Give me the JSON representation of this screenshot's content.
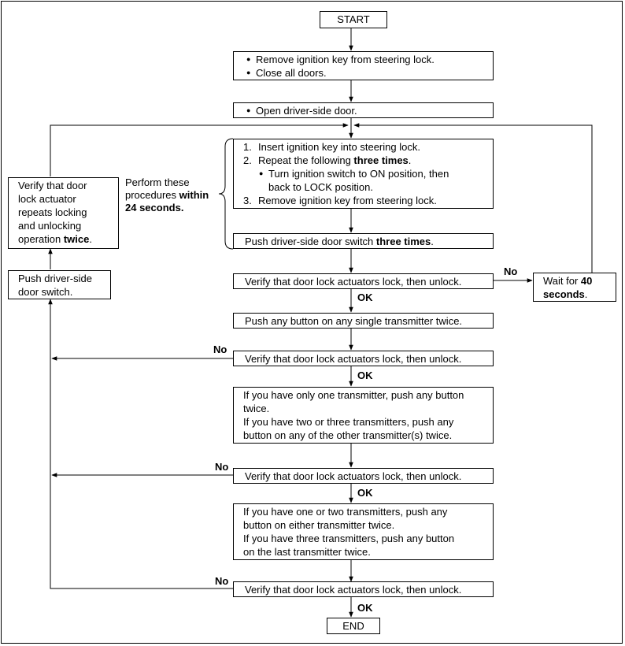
{
  "start": "START",
  "end": "END",
  "ok": "OK",
  "no": "No",
  "steps": {
    "remove_key": [
      "Remove ignition key from steering lock.",
      "Close all doors."
    ],
    "open_door": "Open driver-side door.",
    "insert_key": "Insert ignition key into steering lock.",
    "repeat_pre": "Repeat the following ",
    "repeat_bold": "three times",
    "repeat_post": ".",
    "turn_switch_1": "Turn ignition switch to ON position, then",
    "turn_switch_2": "back to LOCK position.",
    "remove_key_2": "Remove ignition key from steering lock.",
    "push_switch_pre": "Push driver-side door switch ",
    "push_switch_bold": "three times",
    "push_switch_post": ".",
    "verify": "Verify that door lock actuators lock, then unlock.",
    "push_any": "Push any button on any single transmitter twice.",
    "one_transmitter": [
      "If you have only one transmitter, push any button",
      "twice.",
      "If you have two or three transmitters, push any",
      "button on any of the other transmitter(s) twice."
    ],
    "two_transmitters": [
      "If you have one or two transmitters, push any",
      "button on either transmitter twice.",
      "If you have three transmitters, push any button",
      "on the last transmitter twice."
    ]
  },
  "numbers": {
    "n1": "1.",
    "n2": "2.",
    "n3": "3."
  },
  "perform": {
    "line1": "Perform these",
    "line2_pre": "procedures ",
    "line2_bold": "within",
    "line3_bold": "24 seconds."
  },
  "wait": {
    "pre": "Wait for ",
    "bold_num": "40",
    "bold_unit": "seconds",
    "post": "."
  },
  "left": {
    "verify_lines": [
      "Verify that door",
      "lock actuator",
      "repeats locking",
      "and unlocking"
    ],
    "verify_last_pre": "operation ",
    "verify_last_bold": "twice",
    "verify_last_post": ".",
    "push_door": [
      "Push driver-side",
      "door switch."
    ]
  }
}
